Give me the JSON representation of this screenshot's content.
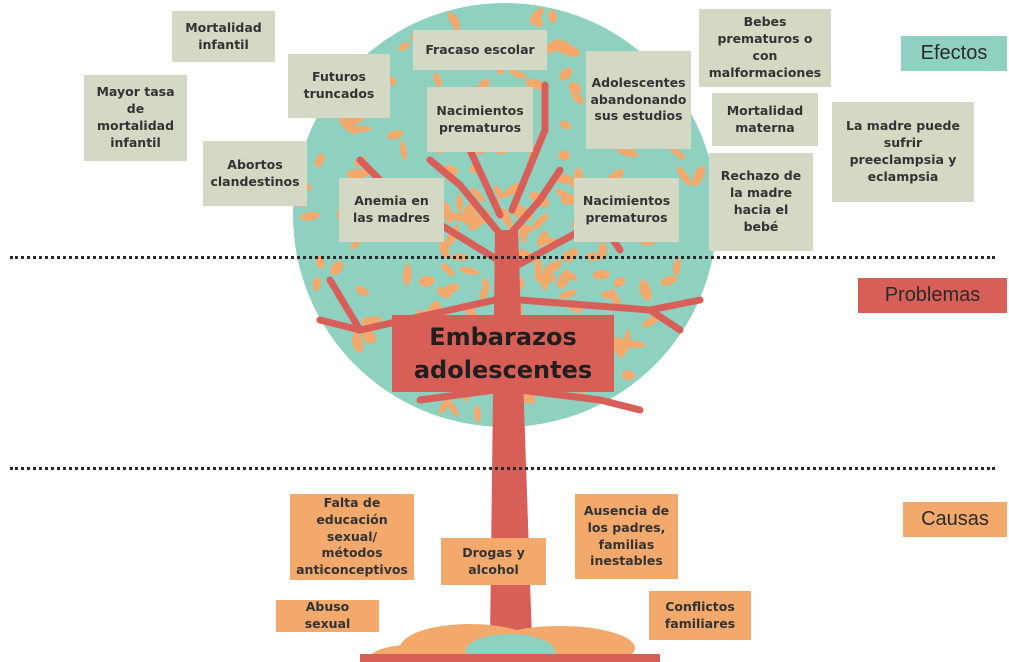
{
  "colors": {
    "crown": "#8ed1c1",
    "leaf": "#f2a96b",
    "trunk": "#d85f57",
    "effect_box": "#d4d9c5",
    "cause_box": "#f2a96b",
    "effects_tag": "#8ed1c1",
    "problems_tag": "#d85f57",
    "causes_tag": "#f2a96b"
  },
  "labels": {
    "effects": "Efectos",
    "problems": "Problemas",
    "causes": "Causas"
  },
  "main_problem": "Embarazos adolescentes",
  "effects": [
    "Mortalidad infantil",
    "Mayor tasa de mortalidad infantil",
    "Futuros truncados",
    "Abortos clandestinos",
    "Fracaso escolar",
    "Nacimientos prematuros",
    "Anemia en las madres",
    "Adolescentes abandonando sus estudios",
    "Nacimientos prematuros",
    "Bebes prematuros o con malformaciones",
    "Mortalidad materna",
    "Rechazo de la madre hacia el bebé",
    "La madre puede sufrir preeclampsia y eclampsia"
  ],
  "causes": [
    "Falta de educación sexual/ métodos anticonceptivos",
    "Drogas y alcohol",
    "Ausencia de los padres, familias inestables",
    "Abuso sexual",
    "Conflictos familiares"
  ]
}
